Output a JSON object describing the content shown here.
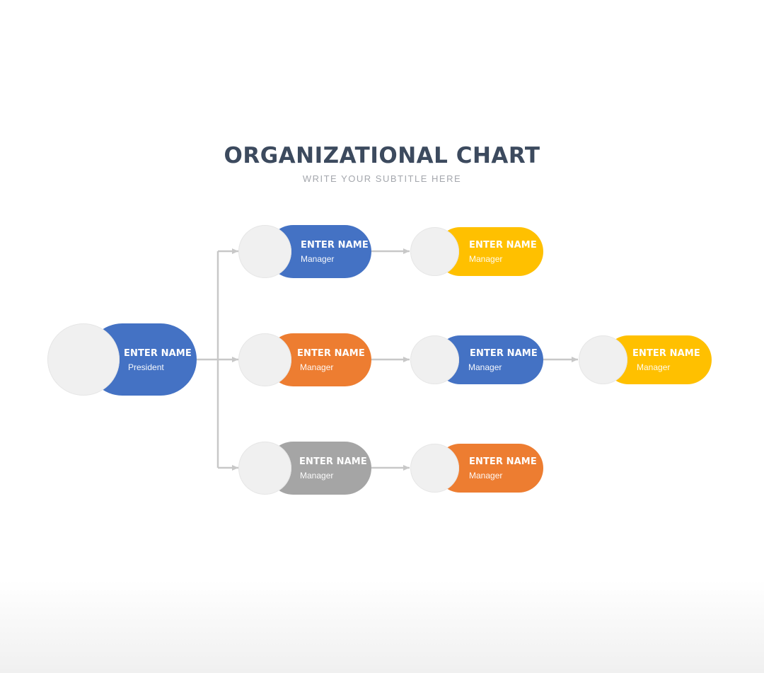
{
  "title": "ORGANIZATIONAL CHART",
  "subtitle": "WRITE YOUR SUBTITLE HERE",
  "colors": {
    "blue": "#4472c4",
    "orange": "#ed7d31",
    "yellow": "#ffc000",
    "gray": "#a5a5a5",
    "avatar": "#f0f0f0",
    "connector": "#c8c8c8",
    "title": "#3c4a5e"
  },
  "nodes": {
    "president": {
      "name": "ENTER NAME",
      "role": "President",
      "color": "blue"
    },
    "mgr_top": {
      "name": "ENTER NAME",
      "role": "Manager",
      "color": "blue"
    },
    "mgr_top_sub": {
      "name": "ENTER NAME",
      "role": "Manager",
      "color": "yellow"
    },
    "mgr_mid": {
      "name": "ENTER NAME",
      "role": "Manager",
      "color": "orange"
    },
    "mgr_mid_sub": {
      "name": "ENTER NAME",
      "role": "Manager",
      "color": "blue"
    },
    "mgr_mid_sub2": {
      "name": "ENTER NAME",
      "role": "Manager",
      "color": "yellow"
    },
    "mgr_bot": {
      "name": "ENTER NAME",
      "role": "Manager",
      "color": "gray"
    },
    "mgr_bot_sub": {
      "name": "ENTER NAME",
      "role": "Manager",
      "color": "orange"
    }
  }
}
